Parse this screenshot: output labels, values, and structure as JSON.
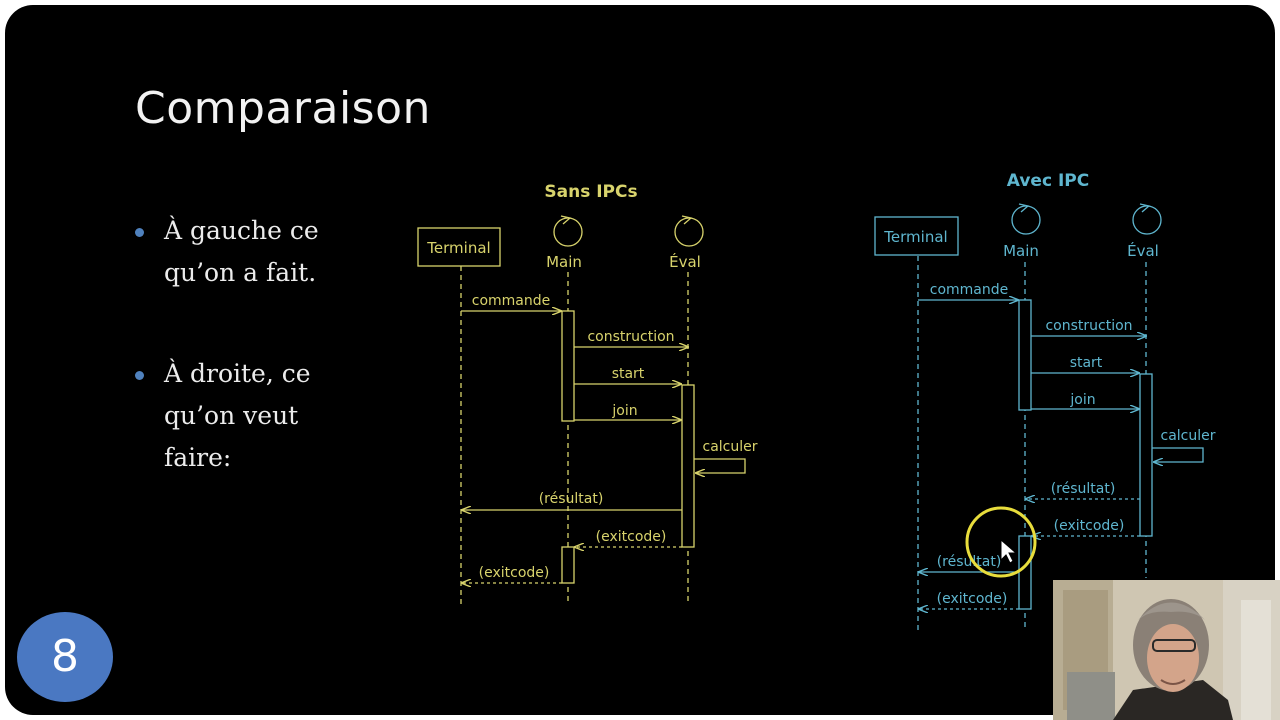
{
  "slide": {
    "title": "Comparaison",
    "page_number": "8",
    "bullets": [
      "À gauche ce\nqu’on a fait.",
      "À droite, ce\nqu’on veut\nfaire:"
    ]
  },
  "diagrams": {
    "left": {
      "title": "Sans IPCs",
      "color": "#d8d36c",
      "terminal": "Terminal",
      "main": "Main",
      "eval": "Éval",
      "messages": {
        "commande": "commande",
        "construction": "construction",
        "start": "start",
        "join": "join",
        "calculer": "calculer",
        "resultat": "(résultat)",
        "exitcode1": "(exitcode)",
        "exitcode2": "(exitcode)"
      }
    },
    "right": {
      "title": "Avec IPC",
      "color": "#5fb6cf",
      "terminal": "Terminal",
      "main": "Main",
      "eval": "Éval",
      "messages": {
        "commande": "commande",
        "construction": "construction",
        "start": "start",
        "join": "join",
        "calculer": "calculer",
        "resultat1": "(résultat)",
        "exitcode1": "(exitcode)",
        "resultat2": "(résultat)",
        "exitcode2": "(exitcode)"
      }
    }
  },
  "pointer": {
    "highlight_color": "#e8dd3c"
  }
}
